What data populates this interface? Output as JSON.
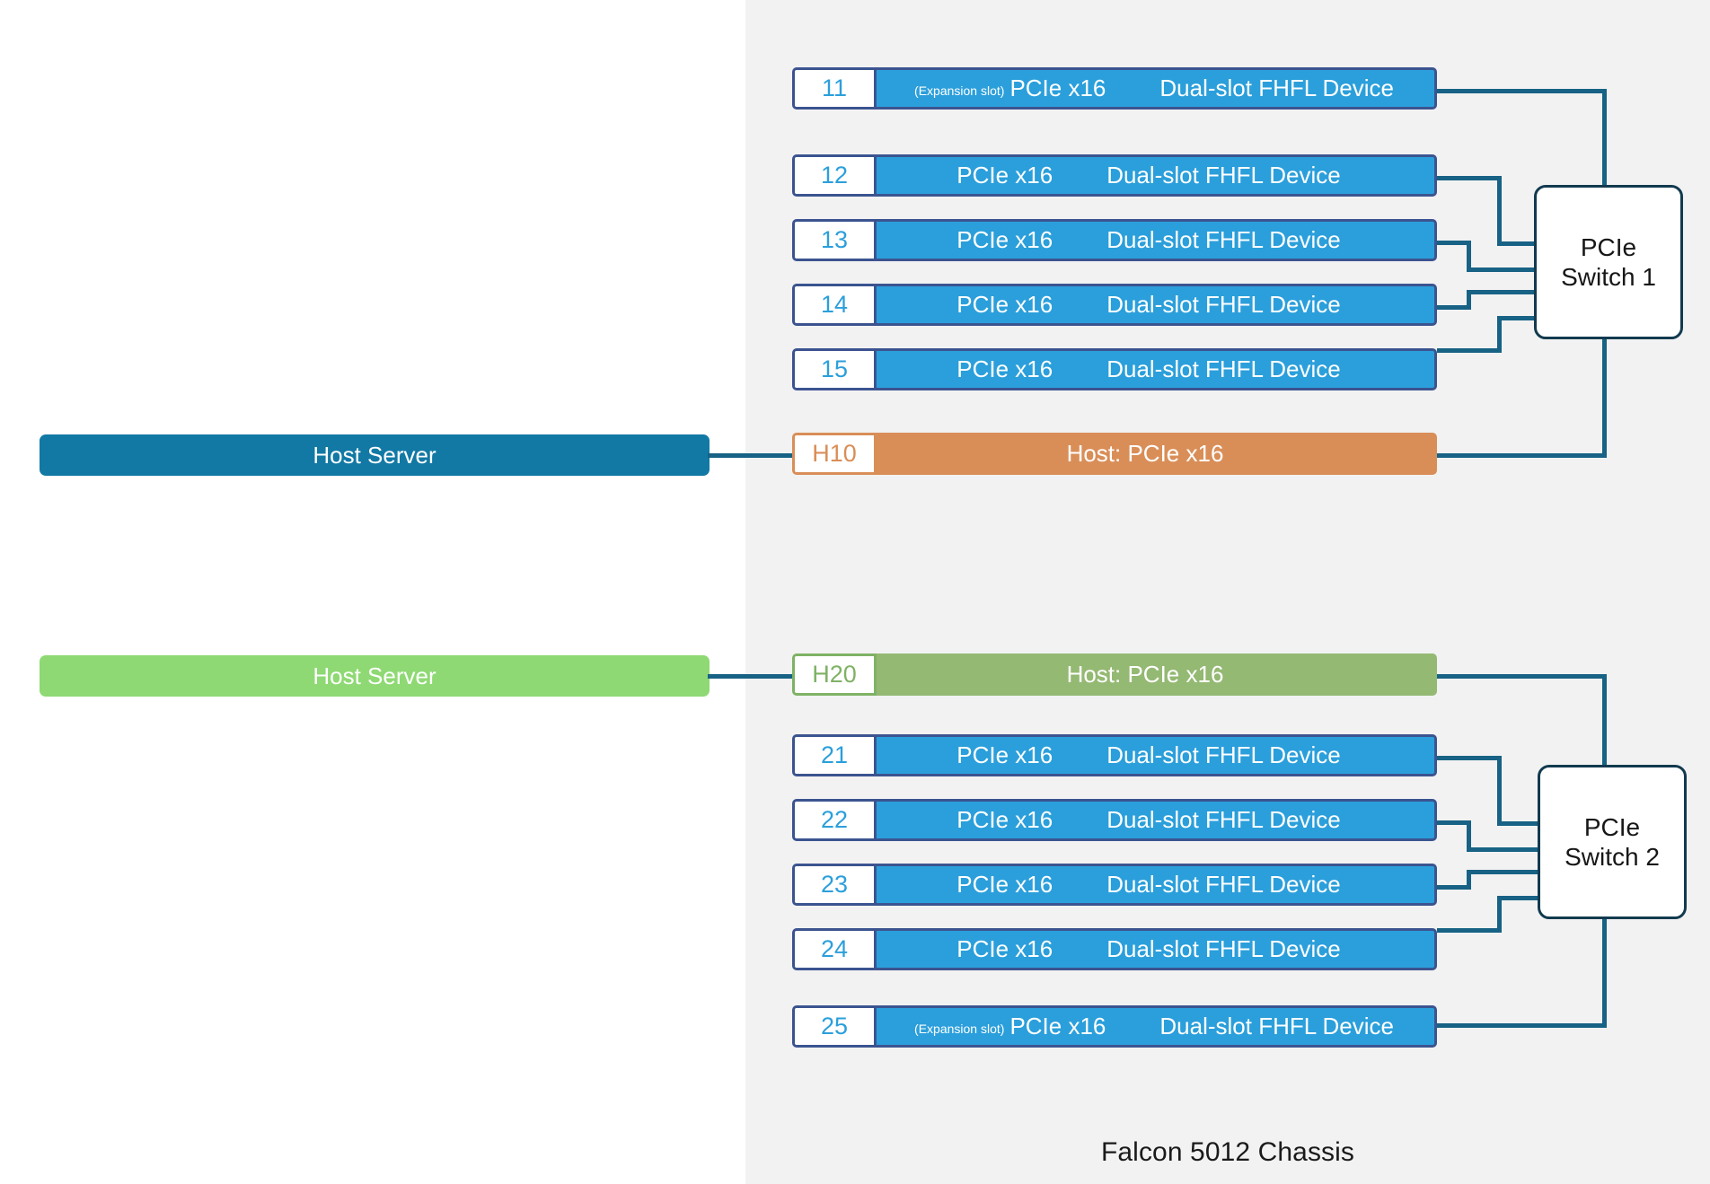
{
  "chassis": {
    "label": "Falcon 5012 Chassis",
    "panel_color": "#f2f2f2"
  },
  "hosts": [
    {
      "name": "host-server-1",
      "label": "Host Server",
      "color": "#1279a5",
      "port_tag": "H10",
      "port_label": "Host: PCIe x16",
      "port_color": "#d98e58",
      "connects_to": "PCIe Switch 1"
    },
    {
      "name": "host-server-2",
      "label": "Host Server",
      "color": "#8ed973",
      "port_tag": "H20",
      "port_label": "Host: PCIe x16",
      "port_color": "#94b973",
      "connects_to": "PCIe Switch 2"
    }
  ],
  "switches": [
    {
      "name": "switch-1",
      "line1": "PCIe",
      "line2": "Switch 1"
    },
    {
      "name": "switch-2",
      "line1": "PCIe",
      "line2": "Switch 2"
    }
  ],
  "slots": [
    {
      "num": "11",
      "expansion": "(Expansion slot)",
      "iface": "PCIe x16",
      "device": "Dual-slot FHFL Device",
      "switch": "PCIe Switch 1"
    },
    {
      "num": "12",
      "expansion": "",
      "iface": "PCIe x16",
      "device": "Dual-slot FHFL Device",
      "switch": "PCIe Switch 1"
    },
    {
      "num": "13",
      "expansion": "",
      "iface": "PCIe x16",
      "device": "Dual-slot FHFL Device",
      "switch": "PCIe Switch 1"
    },
    {
      "num": "14",
      "expansion": "",
      "iface": "PCIe x16",
      "device": "Dual-slot FHFL Device",
      "switch": "PCIe Switch 1"
    },
    {
      "num": "15",
      "expansion": "",
      "iface": "PCIe x16",
      "device": "Dual-slot FHFL Device",
      "switch": "PCIe Switch 1"
    },
    {
      "num": "21",
      "expansion": "",
      "iface": "PCIe x16",
      "device": "Dual-slot FHFL Device",
      "switch": "PCIe Switch 2"
    },
    {
      "num": "22",
      "expansion": "",
      "iface": "PCIe x16",
      "device": "Dual-slot FHFL Device",
      "switch": "PCIe Switch 2"
    },
    {
      "num": "23",
      "expansion": "",
      "iface": "PCIe x16",
      "device": "Dual-slot FHFL Device",
      "switch": "PCIe Switch 2"
    },
    {
      "num": "24",
      "expansion": "",
      "iface": "PCIe x16",
      "device": "Dual-slot FHFL Device",
      "switch": "PCIe Switch 2"
    },
    {
      "num": "25",
      "expansion": "(Expansion slot)",
      "iface": "PCIe x16",
      "device": "Dual-slot FHFL Device",
      "switch": "PCIe Switch 2"
    }
  ],
  "colors": {
    "slot_body": "#2b9fdb",
    "slot_border": "#3b5490",
    "slot_number": "#2b9fdb",
    "link_line": "#176285",
    "switch_border": "#123a4f",
    "host_blue": "#1279a5",
    "host_green": "#8ed973",
    "host_port_orange": "#d98e58",
    "host_port_green": "#94b973"
  }
}
